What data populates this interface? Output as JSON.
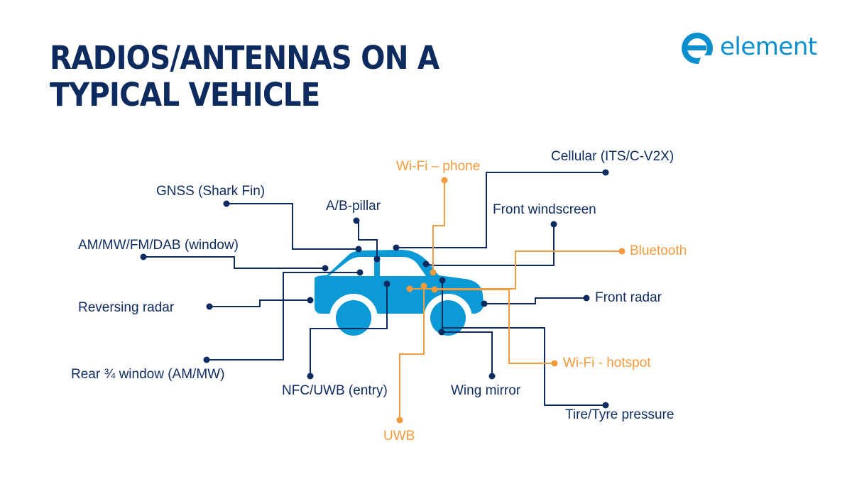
{
  "title": {
    "line1": "RADIOS/ANTENNAS ON A",
    "line2": "TYPICAL VEHICLE"
  },
  "logo": {
    "text": "element",
    "icon": "element-e-logo-icon"
  },
  "colors": {
    "navy": "#0d2b5e",
    "orange": "#f39a3d",
    "car_blue": "#0b9ad6",
    "brand_blue": "#0b8fce"
  },
  "labels": {
    "wifi_phone": "Wi-Fi – phone",
    "cellular": "Cellular (ITS/C-V2X)",
    "gnss": "GNSS (Shark Fin)",
    "ab_pillar": "A/B-pillar",
    "front_windscreen": "Front windscreen",
    "am_mw_fm_dab": "AM/MW/FM/DAB (window)",
    "bluetooth": "Bluetooth",
    "reversing_radar": "Reversing radar",
    "front_radar": "Front radar",
    "wifi_hotspot": "Wi-Fi - hotspot",
    "rear_window": "Rear ¾ window (AM/MW)",
    "nfc_uwb": "NFC/UWB (entry)",
    "wing_mirror": "Wing mirror",
    "tire_pressure": "Tire/Tyre pressure",
    "uwb": "UWB"
  }
}
